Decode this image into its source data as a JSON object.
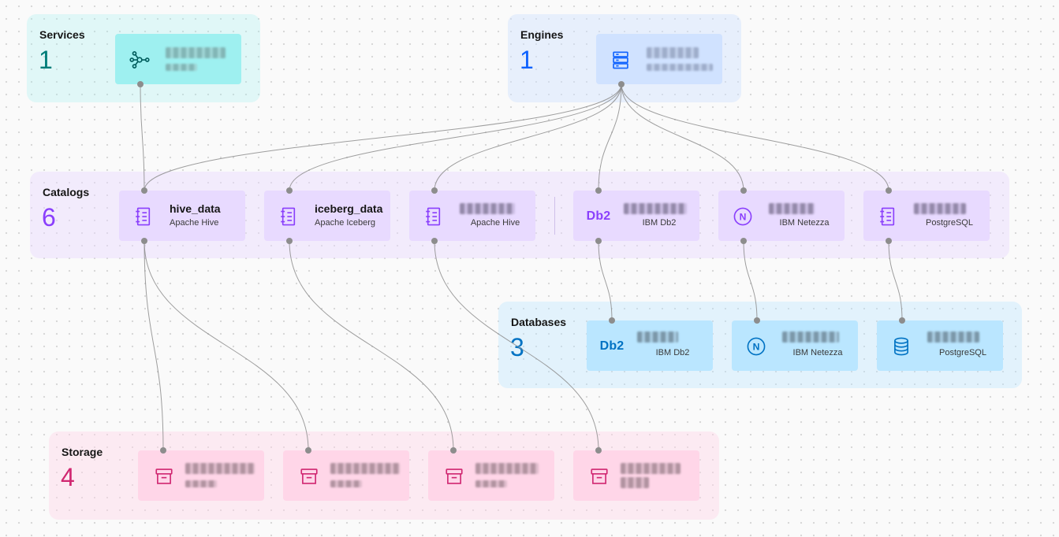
{
  "groups": {
    "services": {
      "title": "Services",
      "count": "1"
    },
    "engines": {
      "title": "Engines",
      "count": "1"
    },
    "catalogs": {
      "title": "Catalogs",
      "count": "6"
    },
    "databases": {
      "title": "Databases",
      "count": "3"
    },
    "storage": {
      "title": "Storage",
      "count": "4"
    }
  },
  "catalogs": [
    {
      "name": "hive_data",
      "type": "Apache Hive",
      "icon": "catalog-icon"
    },
    {
      "name": "iceberg_data",
      "type": "Apache Iceberg",
      "icon": "catalog-icon"
    },
    {
      "name": "",
      "type": "Apache Hive",
      "icon": "catalog-icon"
    },
    {
      "name": "",
      "type": "IBM Db2",
      "icon": "db2-logo"
    },
    {
      "name": "",
      "type": "IBM Netezza",
      "icon": "netezza-icon"
    },
    {
      "name": "",
      "type": "PostgreSQL",
      "icon": "catalog-icon"
    }
  ],
  "databases": [
    {
      "type": "IBM Db2",
      "icon": "db2-logo"
    },
    {
      "type": "IBM Netezza",
      "icon": "netezza-icon"
    },
    {
      "type": "PostgreSQL",
      "icon": "database-icon"
    }
  ],
  "logos": {
    "db2": "Db2",
    "netezza": "N"
  },
  "icons": {
    "service": "network-service-icon",
    "engine": "server-engine-icon",
    "storage": "archive-box-icon"
  },
  "colors": {
    "services": "#007d79",
    "engines": "#0f62fe",
    "catalogs": "#8a3ffc",
    "databases": "#0072c3",
    "storage": "#d02670",
    "connector": "#8d8d8d"
  }
}
